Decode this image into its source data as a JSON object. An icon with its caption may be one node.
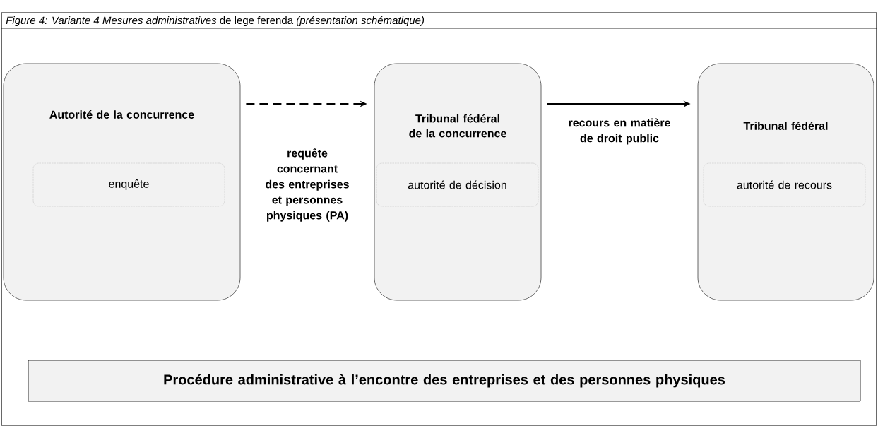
{
  "diagram": {
    "title": "*Figure 4: Variante 4 Mesures administratives* de lege ferenda *(présentation schématique)*",
    "nodes": [
      {
        "text": [
          "Autorité de la concurrence"
        ]
      },
      {
        "text": [
          "enquête"
        ],
        "in": 0
      },
      {
        "text": [
          "Tribunal fédéral de la concurrence"
        ]
      },
      {
        "text": [
          "autorité de décision"
        ],
        "in": 2
      },
      {
        "text": [
          "Tribunal fédéral"
        ]
      },
      {
        "text": [
          "autorité de recours"
        ],
        "in": 4
      },
      {
        "text": [
          "Procédure administrative à l’encontre des entreprises et des personnes physiques"
        ]
      }
    ],
    "edges": [
      {
        "from": 0,
        "to": 2,
        "arrow": "to",
        "style": "dashed",
        "label": "requête concernant des entreprises et personnes physiques (PA)"
      },
      {
        "from": 2,
        "to": 4,
        "arrow": "to",
        "label": "recours en matière de droit public"
      }
    ]
  }
}
